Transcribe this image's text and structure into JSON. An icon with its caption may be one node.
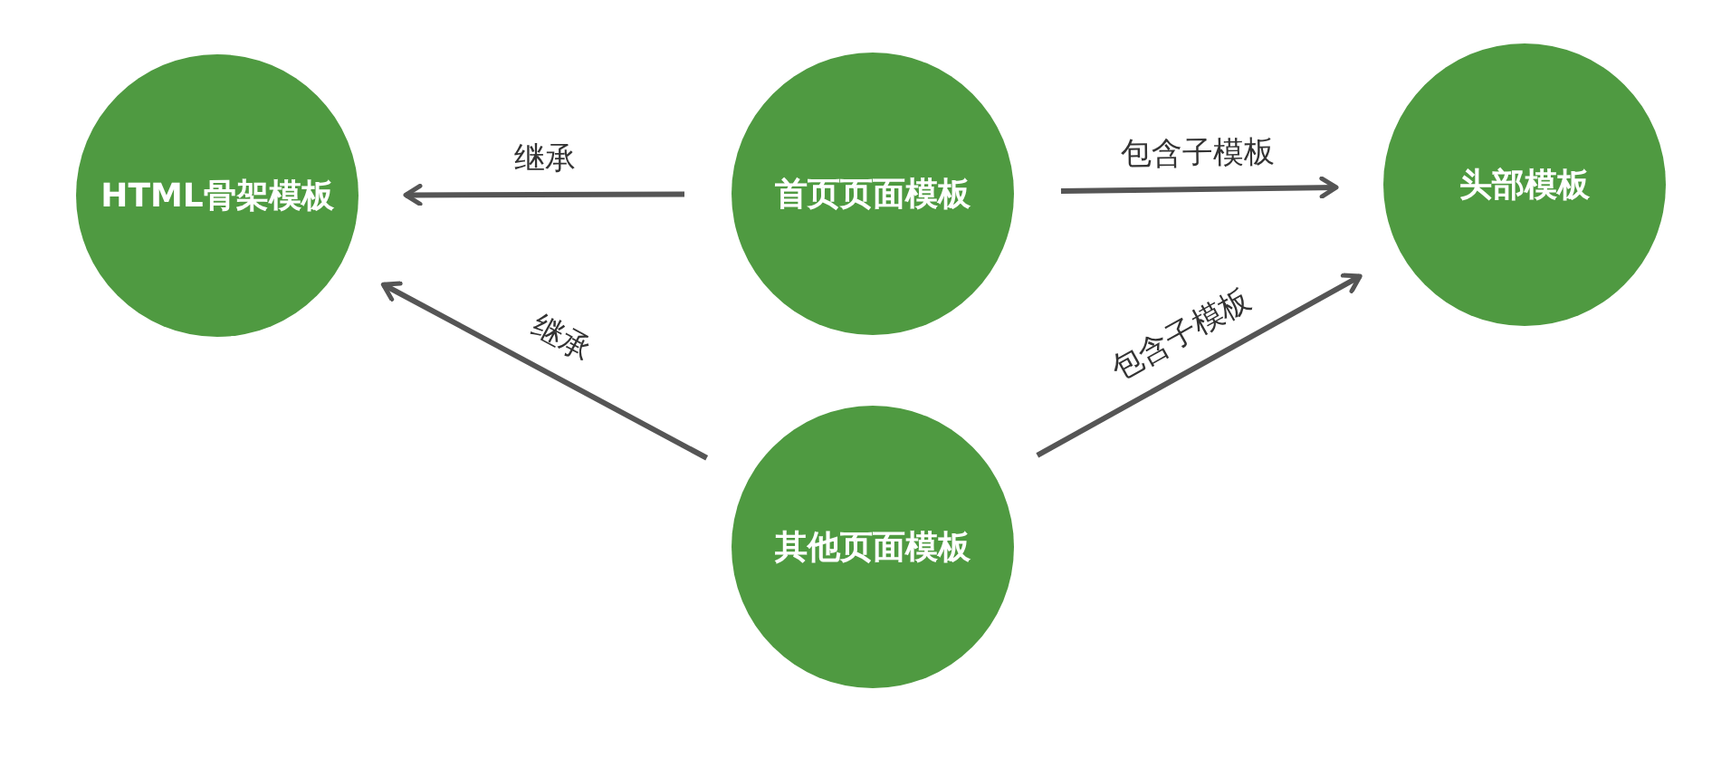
{
  "diagram": {
    "nodes": [
      {
        "text": [
          "HTML骨架模板"
        ]
      },
      {
        "text": [
          "首页页面模板"
        ]
      },
      {
        "text": [
          "头部模板"
        ]
      },
      {
        "text": [
          "其他页面模板"
        ]
      }
    ],
    "edges": [
      {
        "from": 1,
        "to": 0,
        "arrow": "to",
        "label": "继承"
      },
      {
        "from": 1,
        "to": 2,
        "arrow": "to",
        "label": "包含子模板"
      },
      {
        "from": 3,
        "to": 0,
        "arrow": "to",
        "label": "继承"
      },
      {
        "from": 3,
        "to": 2,
        "arrow": "to",
        "label": "包含子模板"
      }
    ]
  }
}
